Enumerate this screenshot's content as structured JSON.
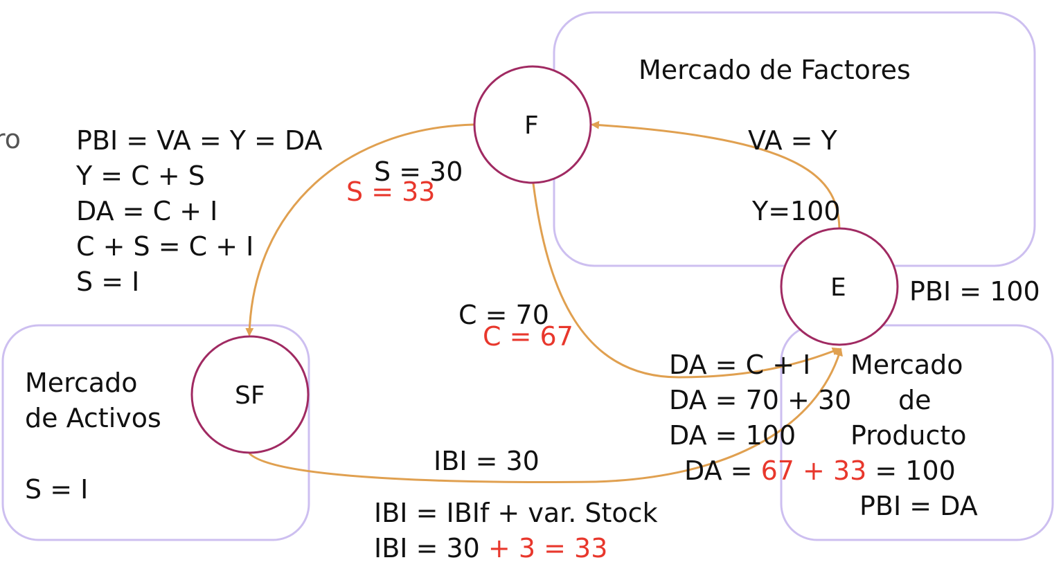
{
  "colors": {
    "box_border": "#cdbff0",
    "node_border": "#a02a62",
    "arrow": "#e0a050",
    "text": "#111111",
    "highlight": "#e8372c"
  },
  "boxes": {
    "factores": "Mercado de Factores",
    "activos": [
      "Mercado",
      "de Activos",
      "S = I"
    ],
    "producto": [
      "Mercado",
      "de",
      "Producto"
    ]
  },
  "nodes": {
    "F": "F",
    "E": "E",
    "SF": "SF"
  },
  "cut_text": "ro",
  "equations_left": [
    "PBI = VA = Y = DA",
    "Y = C + S",
    "DA = C + I",
    "C + S = C + I",
    "S = I"
  ],
  "flows": {
    "va_y": "VA = Y",
    "y100": "Y=100",
    "pbi100": "PBI = 100",
    "s30": "S = 30",
    "s33": "S = 33",
    "c70": "C = 70",
    "c67": "C = 67",
    "ibi30": "IBI = 30",
    "ibi_eq": "IBI = IBIf + var. Stock",
    "ibi_calc": {
      "a": "IBI = 30",
      "b": " + 3 = 33"
    }
  },
  "da": {
    "l1": "DA = C + I",
    "l2": "DA = 70 + 30",
    "l3": "DA = 100",
    "l4": {
      "a": "DA = ",
      "b": "67 + 33",
      "c": " = 100"
    },
    "l5": "PBI = DA"
  }
}
